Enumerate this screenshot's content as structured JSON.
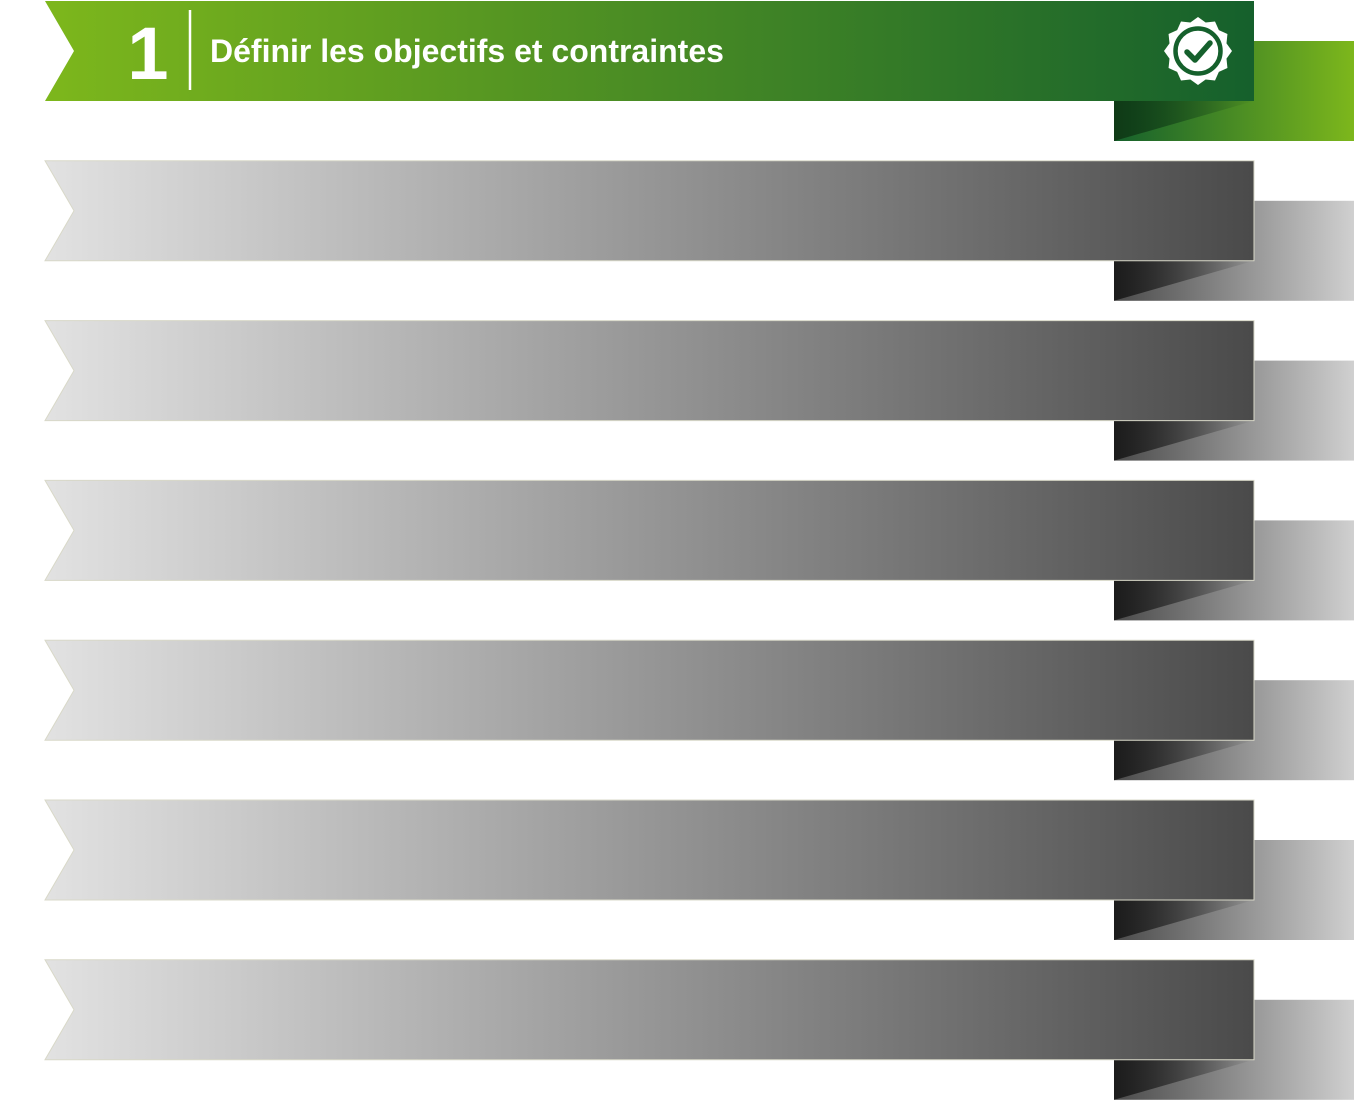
{
  "steps": [
    {
      "number": "1",
      "title": "Définir les objectifs et contraintes",
      "state": "active",
      "icon": "check-badge-icon"
    },
    {
      "number": "",
      "title": "",
      "state": "inactive",
      "icon": ""
    },
    {
      "number": "",
      "title": "",
      "state": "inactive",
      "icon": ""
    },
    {
      "number": "",
      "title": "",
      "state": "inactive",
      "icon": ""
    },
    {
      "number": "",
      "title": "",
      "state": "inactive",
      "icon": ""
    },
    {
      "number": "",
      "title": "",
      "state": "inactive",
      "icon": ""
    },
    {
      "number": "",
      "title": "",
      "state": "inactive",
      "icon": ""
    }
  ],
  "colors": {
    "active_light": "#7db71c",
    "active_dark": "#15602c",
    "active_fold": "#0f3a16",
    "inactive_light": "#e2e2e2",
    "inactive_dark": "#4a4a4a",
    "inactive_tail_light": "#d0d0d0",
    "inactive_fold": "#1c1c1c"
  }
}
